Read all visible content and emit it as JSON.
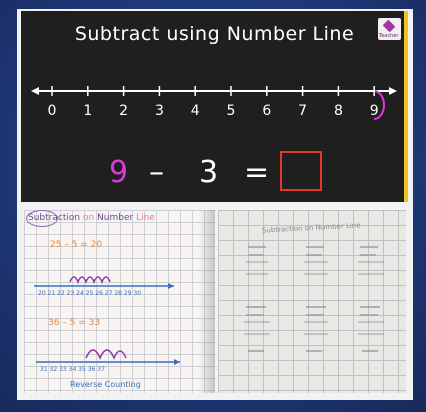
{
  "board": {
    "title": "Subtract using Number Line",
    "logo_text": "Teacher",
    "number_line": [
      "0",
      "1",
      "2",
      "3",
      "4",
      "5",
      "6",
      "7",
      "8",
      "9"
    ],
    "highlighted_number": "9",
    "equation": {
      "a": "9",
      "op": "–",
      "b": "3",
      "eq": "="
    },
    "colors": {
      "board": "#1f1f1f",
      "a": "#d83bd8",
      "highlight": "#d83bd8",
      "answer_box": "#e3362c",
      "edge": "#f0c21b"
    }
  },
  "notebook_left": {
    "title_part1": "Subtraction",
    "title_part2": "on",
    "title_part3": "Number",
    "title_part4": "Line",
    "eq1": "25 – 5 = 20",
    "eq2": "36 – 5 = 33",
    "line1_ticks": "20 21 22 23 24 25 26 27 28 29 30",
    "line2_ticks": "31  32  33  34  35  36  37",
    "caption": "Reverse Counting"
  },
  "notebook_right": {
    "header": "Subtraction on Number Line"
  }
}
